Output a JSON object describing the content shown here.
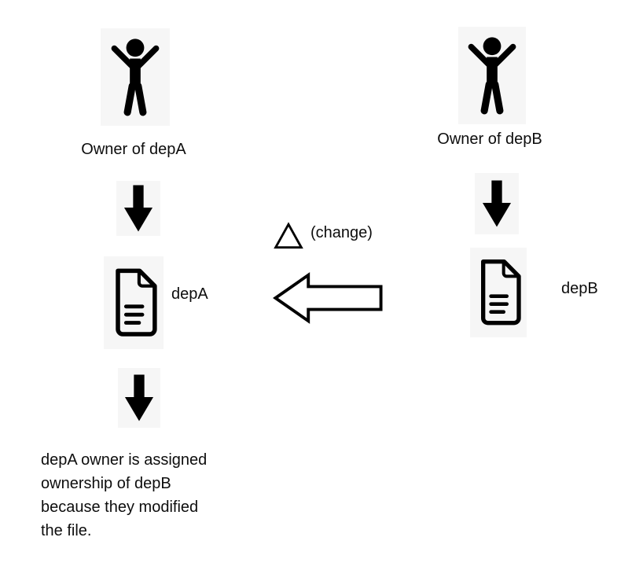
{
  "diagram": {
    "owner_a_label": "Owner of depA",
    "owner_b_label": "Owner of depB",
    "doc_a_label": "depA",
    "doc_b_label": "depB",
    "change_label": "(change)",
    "caption_lines": [
      "depA owner is assigned",
      "ownership of depB",
      "because they modified",
      "the file."
    ],
    "colors": {
      "icon": "#000000",
      "background": "#ffffff",
      "icon_tile_background": "#f6f6f6"
    },
    "icons": {
      "person": "cheering-person",
      "document": "document-with-text-lines",
      "down_arrow": "solid-down-arrow",
      "left_arrow": "outlined-left-block-arrow",
      "delta": "outlined-triangle-delta"
    }
  }
}
